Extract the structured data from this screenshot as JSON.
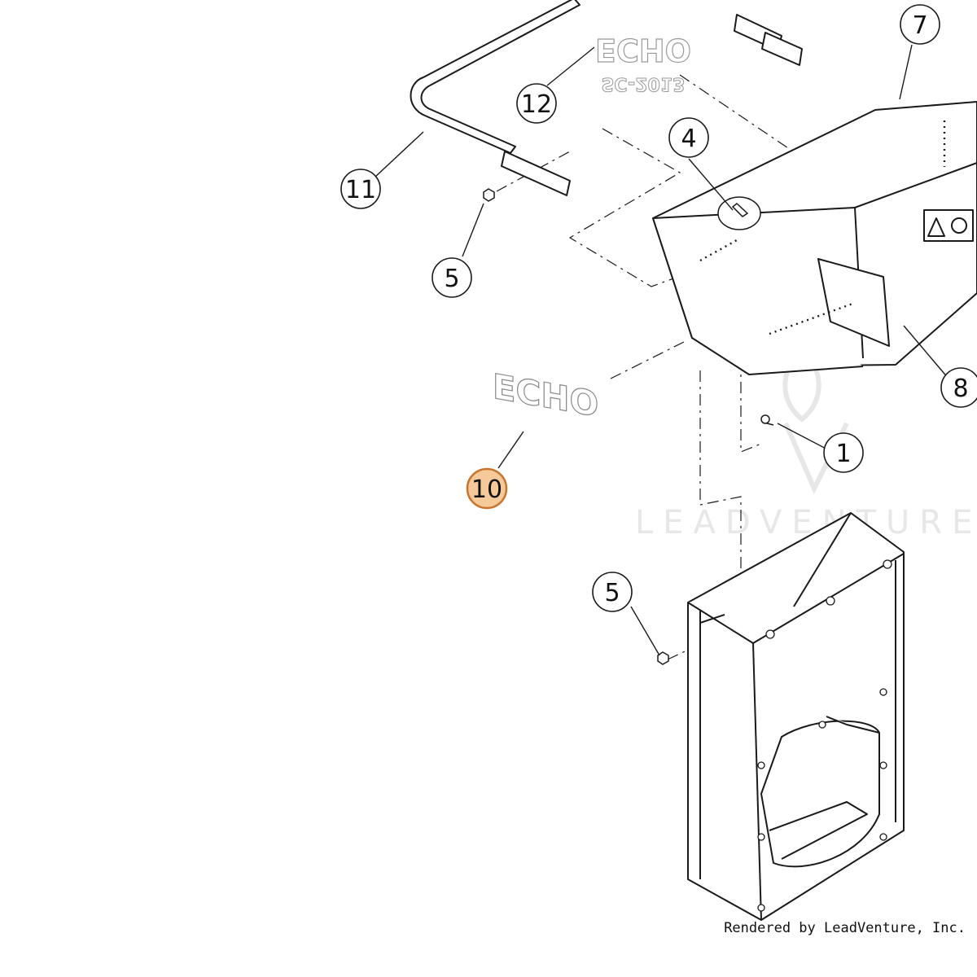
{
  "colors": {
    "line": "#1a1a1a",
    "highlight_fill": "#f5c99a",
    "highlight_stroke": "#c8742e",
    "watermark": "#e7e7e7"
  },
  "callouts": [
    {
      "id": "c1",
      "label": "1"
    },
    {
      "id": "c4",
      "label": "4"
    },
    {
      "id": "c5a",
      "label": "5"
    },
    {
      "id": "c5b",
      "label": "5"
    },
    {
      "id": "c7",
      "label": "7"
    },
    {
      "id": "c8",
      "label": "8"
    },
    {
      "id": "c10",
      "label": "10",
      "highlighted": true
    },
    {
      "id": "c11",
      "label": "11"
    },
    {
      "id": "c12",
      "label": "12"
    }
  ],
  "decals": {
    "echo_front": "ECHO",
    "echo_rear": "ECHO",
    "model_rear": "SC-2013"
  },
  "watermark": {
    "text": "LEADVENTURE"
  },
  "credit": "Rendered by LeadVenture, Inc."
}
